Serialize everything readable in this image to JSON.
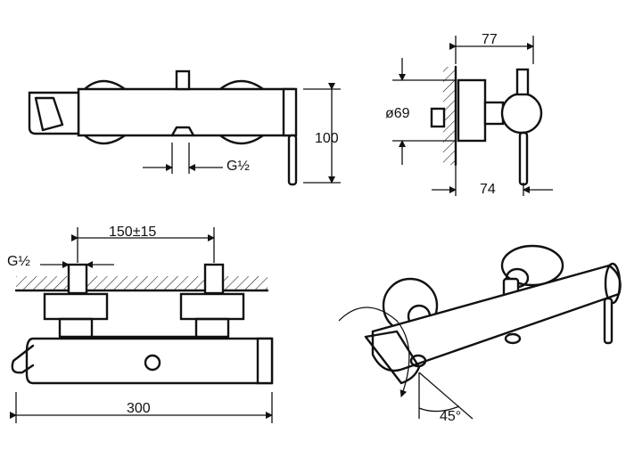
{
  "dimensions": {
    "depth": "77",
    "rosette_diameter": "ø69",
    "height": "100",
    "thread_top": "G½",
    "spacing": "150±15",
    "thread_side": "G½",
    "length": "300",
    "spout_depth": "74",
    "rotation_angle": "45°"
  },
  "colors": {
    "line": "#111111",
    "background": "#ffffff"
  }
}
